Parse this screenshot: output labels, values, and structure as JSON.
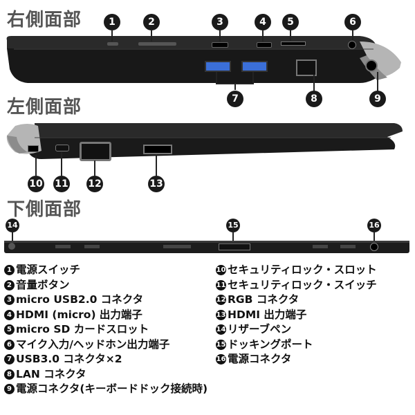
{
  "sections": {
    "right": "右側面部",
    "left": "左側面部",
    "bottom": "下側面部"
  },
  "callouts": [
    "1",
    "2",
    "3",
    "4",
    "5",
    "6",
    "7",
    "8",
    "9",
    "10",
    "11",
    "12",
    "13",
    "14",
    "15",
    "16"
  ],
  "legend": {
    "left_column": [
      {
        "num": "1",
        "label": "電源スイッチ"
      },
      {
        "num": "2",
        "label": "音量ボタン"
      },
      {
        "num": "3",
        "label": "micro USB2.0 コネクタ"
      },
      {
        "num": "4",
        "label": "HDMI (micro) 出力端子"
      },
      {
        "num": "5",
        "label": "micro SD カードスロット"
      },
      {
        "num": "6",
        "label": "マイク入力/ヘッドホン出力端子"
      },
      {
        "num": "7",
        "label": "USB3.0 コネクタ×2"
      },
      {
        "num": "8",
        "label": "LAN コネクタ"
      },
      {
        "num": "9",
        "label": "電源コネクタ(キーボードドック接続時)"
      }
    ],
    "right_column": [
      {
        "num": "10",
        "label": "セキュリティロック・スロット"
      },
      {
        "num": "11",
        "label": "セキュリティロック・スイッチ"
      },
      {
        "num": "12",
        "label": "RGB コネクタ"
      },
      {
        "num": "13",
        "label": "HDMI 出力端子"
      },
      {
        "num": "14",
        "label": "リザーブペン"
      },
      {
        "num": "15",
        "label": "ドッキングポート"
      },
      {
        "num": "16",
        "label": "電源コネクタ"
      }
    ]
  },
  "colors": {
    "device_body": "#1c1c1c",
    "device_silver": "#b8b8b8",
    "port_blue": "#3b6fd8",
    "title_gray": "#555555"
  }
}
